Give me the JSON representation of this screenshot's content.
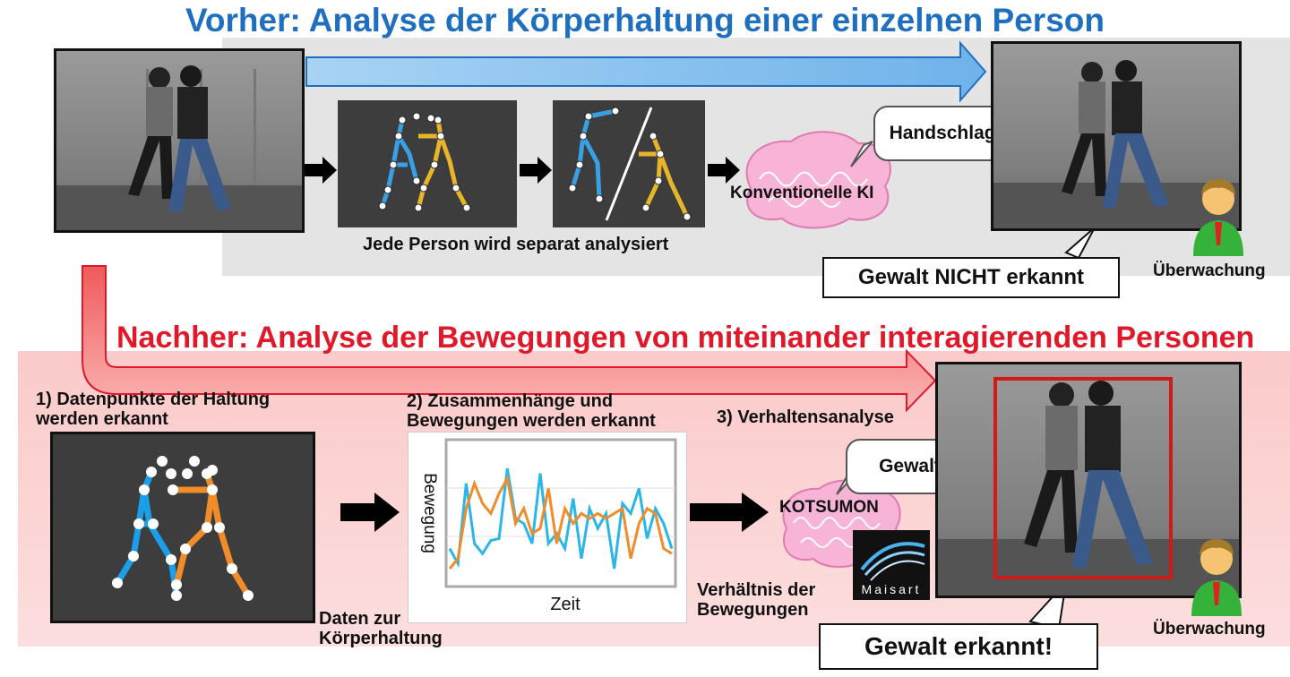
{
  "top": {
    "title": "Vorher: Analyse der Körperhaltung einer einzelnen Person",
    "caption": "Jede Person wird separat analysiert",
    "ai_label": "Konventionelle KI",
    "speech": "Handschlag.",
    "result": "Gewalt NICHT erkannt",
    "monitor_label": "Überwachung"
  },
  "bottom": {
    "title": "Nachher: Analyse der Bewegungen von miteinander interagierenden Personen",
    "step1": [
      "1) Datenpunkte der Haltung",
      "werden erkannt"
    ],
    "step2": [
      "2) Zusammenhänge und",
      "Bewegungen werden erkannt"
    ],
    "step3": "3) Verhaltensanalyse",
    "pose_data_label": [
      "Daten zur",
      "Körperhaltung"
    ],
    "ratio_label": [
      "Verhältnis der",
      "Bewegungen"
    ],
    "ai_label": "KOTSUMON",
    "logo_text": "Maisart",
    "speech": "Gewalt!",
    "result": "Gewalt erkannt!",
    "monitor_label": "Überwachung"
  },
  "chart_data": {
    "type": "line",
    "xlabel": "Zeit",
    "ylabel": "Bewegung",
    "x": [
      1,
      2,
      3,
      4,
      5,
      6,
      7,
      8,
      9,
      10,
      11,
      12,
      13,
      14,
      15,
      16,
      17,
      18,
      19,
      20,
      21,
      22,
      23,
      24,
      25,
      26,
      27,
      28
    ],
    "series": [
      {
        "color": "#2bb6e8",
        "values": [
          0.2,
          0.05,
          0.85,
          0.25,
          0.15,
          0.28,
          0.3,
          1.0,
          0.5,
          0.45,
          0.25,
          0.95,
          0.25,
          0.35,
          0.2,
          0.7,
          0.1,
          0.6,
          0.4,
          0.55,
          0.0,
          0.65,
          0.55,
          0.8,
          0.3,
          0.6,
          0.45,
          0.2
        ]
      },
      {
        "color": "#f08c2a",
        "values": [
          0.0,
          0.1,
          0.6,
          0.85,
          0.65,
          0.55,
          0.75,
          0.9,
          0.45,
          0.6,
          0.35,
          0.4,
          0.8,
          0.25,
          0.6,
          0.45,
          0.55,
          0.5,
          0.55,
          0.5,
          0.55,
          0.6,
          0.1,
          0.45,
          0.6,
          0.55,
          0.2,
          0.15
        ]
      }
    ],
    "colors": {
      "blue": "#2bb6e8",
      "orange": "#f08c2a"
    }
  },
  "colors": {
    "top_title": "#1f6fc0",
    "bottom_title": "#e0182a",
    "detect_frame": "#d11a1a",
    "pink_band": "#fbc9c9",
    "gray_band": "#e4e4e4"
  }
}
